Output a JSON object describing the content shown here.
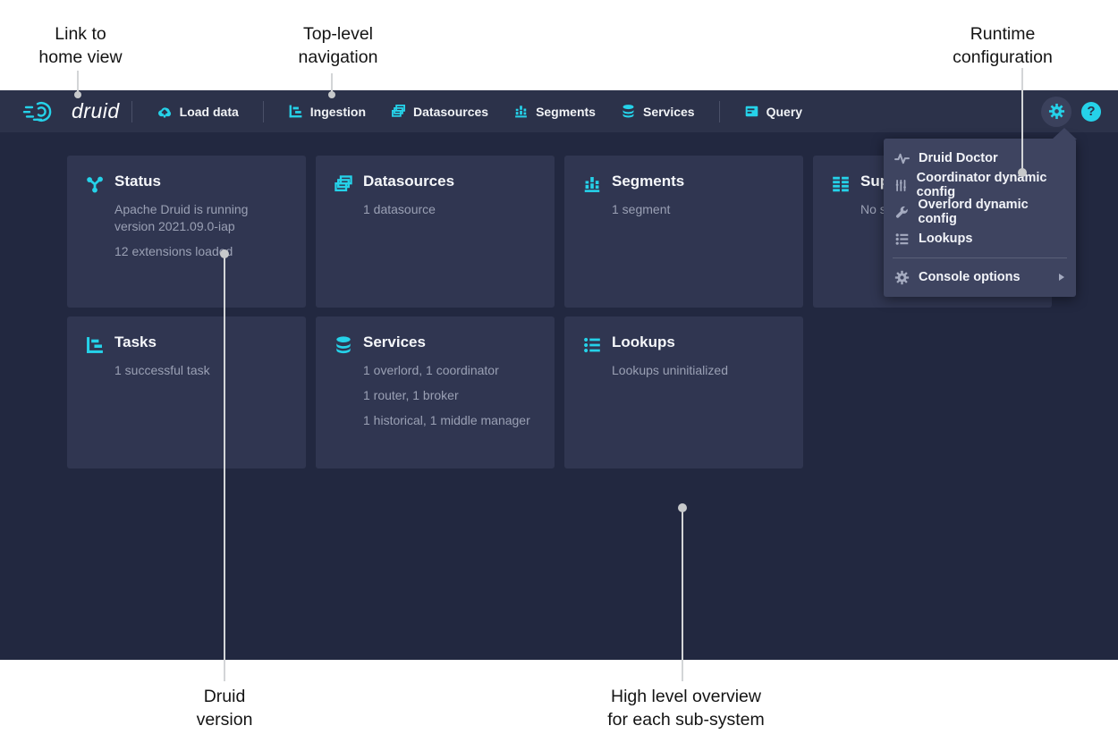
{
  "colors": {
    "accent_cyan": "#25d2e9",
    "navbar_bg": "#2c324a",
    "content_bg": "#222840",
    "card_bg": "#303651",
    "menu_bg": "#3e4460",
    "body_gray": "#9aa0b4",
    "callout_line": "#d3d5d7"
  },
  "annotations": {
    "link_home": {
      "line1": "Link to",
      "line2": "home view"
    },
    "top_nav": {
      "line1": "Top-level",
      "line2": "navigation"
    },
    "runtime": {
      "line1": "Runtime",
      "line2": "configuration"
    },
    "druid_version": {
      "line1": "Druid",
      "line2": "version"
    },
    "overview": {
      "line1": "High level overview",
      "line2": "for each sub-system"
    }
  },
  "navbar": {
    "brand": "druid",
    "items": {
      "load_data": "Load data",
      "ingestion": "Ingestion",
      "datasources": "Datasources",
      "segments": "Segments",
      "services": "Services",
      "query": "Query"
    },
    "help_label": "?"
  },
  "cards": [
    {
      "title": "Status",
      "icon": "graph-icon",
      "lines": [
        "Apache Druid is running version 2021.09.0-iap",
        "12 extensions loaded"
      ]
    },
    {
      "title": "Datasources",
      "icon": "datasources-icon",
      "lines": [
        "1 datasource"
      ]
    },
    {
      "title": "Segments",
      "icon": "segments-icon",
      "lines": [
        "1 segment"
      ]
    },
    {
      "title": "Supervisors",
      "icon": "supervisors-icon",
      "lines": [
        "No supervisors"
      ]
    },
    {
      "title": "Tasks",
      "icon": "tasks-icon",
      "lines": [
        "1 successful task"
      ]
    },
    {
      "title": "Services",
      "icon": "services-icon",
      "lines": [
        "1 overlord, 1 coordinator",
        "1 router, 1 broker",
        "1 historical, 1 middle manager"
      ]
    },
    {
      "title": "Lookups",
      "icon": "lookups-icon",
      "lines": [
        "Lookups uninitialized"
      ]
    }
  ],
  "menu": {
    "items": [
      {
        "label": "Druid Doctor",
        "icon": "pulse-icon"
      },
      {
        "label": "Coordinator dynamic config",
        "icon": "sliders-icon"
      },
      {
        "label": "Overlord dynamic config",
        "icon": "wrench-icon"
      },
      {
        "label": "Lookups",
        "icon": "properties-icon"
      }
    ],
    "console_options": {
      "label": "Console options",
      "icon": "cog-icon"
    }
  }
}
